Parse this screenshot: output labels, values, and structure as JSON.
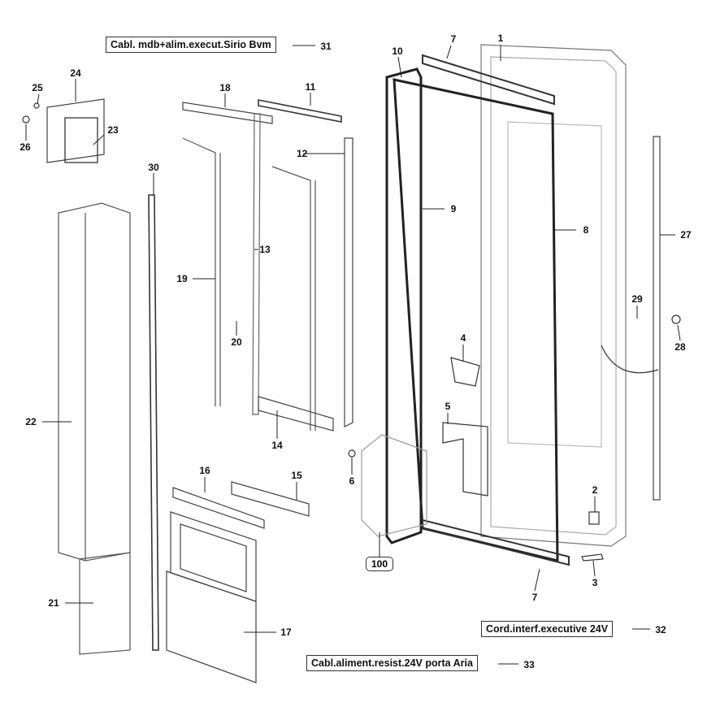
{
  "callouts": {
    "c31": {
      "text": "Cabl. mdb+alim.execut.Sirio Bvm",
      "num": "31"
    },
    "c32": {
      "text": "Cord.interf.executive 24V",
      "num": "32"
    },
    "c33": {
      "text": "Cabl.aliment.resist.24V porta Aria",
      "num": "33"
    }
  },
  "parts": {
    "p1": "1",
    "p2": "2",
    "p3": "3",
    "p4": "4",
    "p5": "5",
    "p6": "6",
    "p7a": "7",
    "p7b": "7",
    "p8": "8",
    "p9": "9",
    "p10": "10",
    "p11": "11",
    "p12": "12",
    "p13": "13",
    "p14": "14",
    "p15": "15",
    "p16": "16",
    "p17": "17",
    "p18": "18",
    "p19": "19",
    "p20": "20",
    "p21": "21",
    "p22": "22",
    "p23": "23",
    "p24": "24",
    "p25": "25",
    "p26": "26",
    "p27": "27",
    "p28": "28",
    "p29": "29",
    "p30": "30",
    "p100": "100"
  }
}
